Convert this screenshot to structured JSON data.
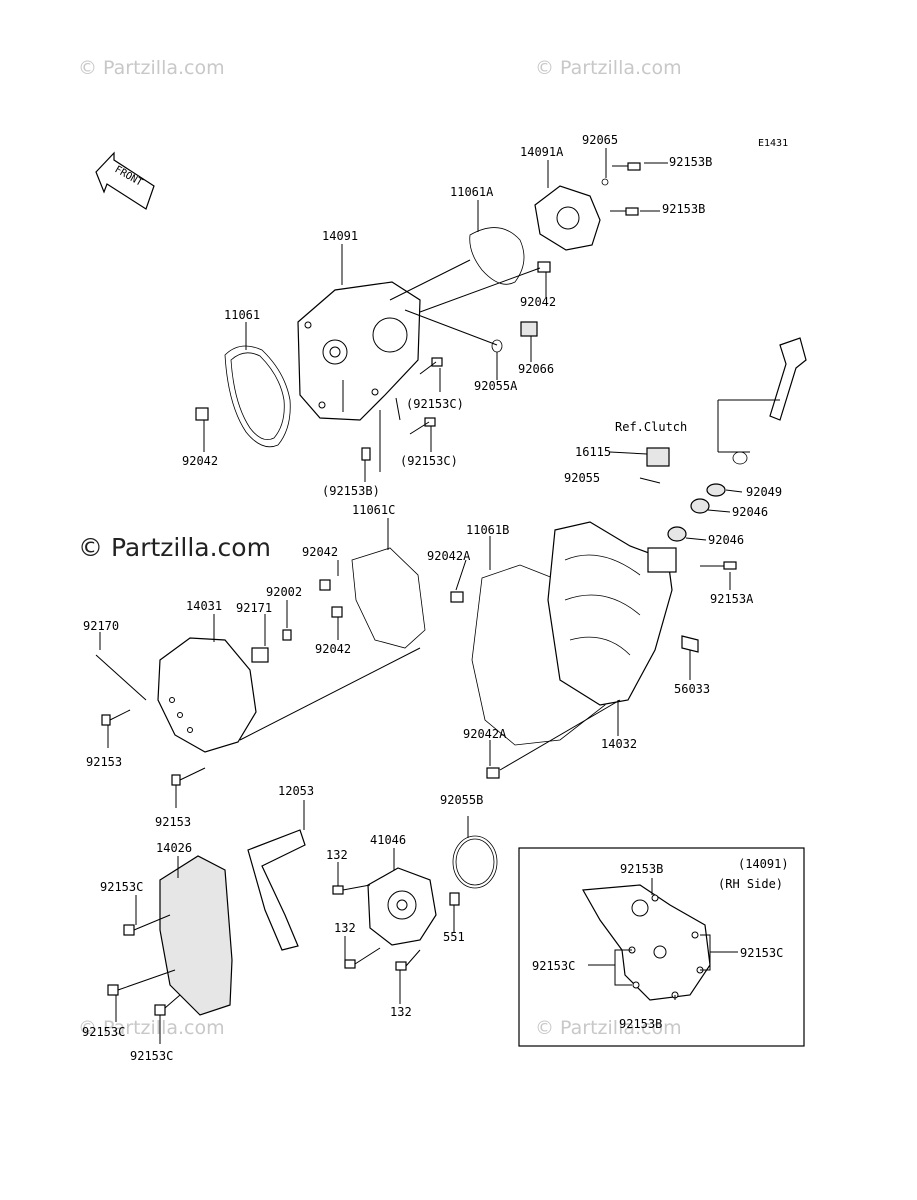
{
  "diagram_code": "E1431",
  "front_label": "FRONT",
  "watermark": "© Partzilla.com",
  "ref_note": "Ref.Clutch",
  "inset": {
    "title": "(14091)",
    "subtitle": "(RH Side)"
  },
  "part_labels": [
    "14091A",
    "92065",
    "92153B",
    "92153B",
    "11061A",
    "14091",
    "11061",
    "92042",
    "92066",
    "92055A",
    "(92153C)",
    "92042",
    "(92153C)",
    "(92153B)",
    "16115",
    "92055",
    "92049",
    "92046",
    "92046",
    "11061C",
    "92042",
    "11061B",
    "92042A",
    "92153A",
    "14031",
    "92002",
    "92171",
    "92170",
    "92042",
    "56033",
    "92153",
    "14032",
    "92042A",
    "92153",
    "12053",
    "92055B",
    "41046",
    "132",
    "14026",
    "92153C",
    "132",
    "551",
    "132",
    "92153C",
    "92153C",
    "92153B",
    "92153C",
    "92153C",
    "92153B"
  ]
}
